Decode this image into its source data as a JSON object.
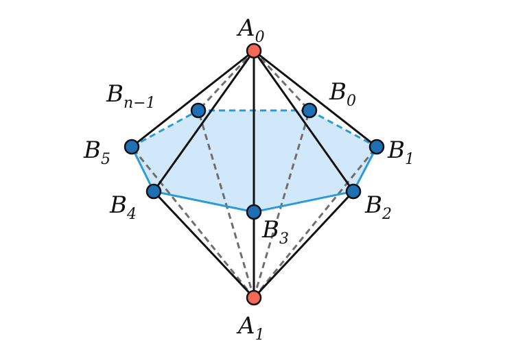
{
  "colors": {
    "background": "#ffffff",
    "edge": "#111111",
    "hidden_edge": "#6e6e6e",
    "polygon_fill": "#cfe6fa",
    "polygon_edge": "#2b9ad9",
    "apex_vertex": "#f26a57",
    "base_vertex": "#1f6fb5"
  },
  "labels": {
    "A0": {
      "main": "A",
      "sub": "0"
    },
    "A1": {
      "main": "A",
      "sub": "1"
    },
    "B0": {
      "main": "B",
      "sub": "0"
    },
    "B1": {
      "main": "B",
      "sub": "1"
    },
    "B2": {
      "main": "B",
      "sub": "2"
    },
    "B3": {
      "main": "B",
      "sub": "3"
    },
    "B4": {
      "main": "B",
      "sub": "4"
    },
    "B5": {
      "main": "B",
      "sub": "5"
    },
    "Bn1": {
      "main": "B",
      "sub": "n−1"
    }
  }
}
